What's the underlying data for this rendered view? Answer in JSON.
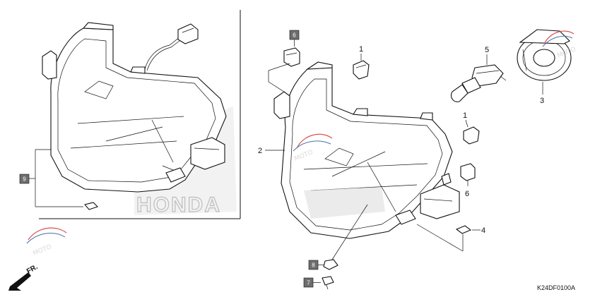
{
  "diagram": {
    "callouts": {
      "c1a": "1",
      "c1b": "1",
      "c2": "2",
      "c3": "3",
      "c4": "4",
      "c5": "5",
      "c6": "6"
    },
    "boxed_callouts": {
      "b6": "6",
      "b7": "7",
      "b8": "8",
      "b9": "9"
    },
    "direction_label": "FR.",
    "brand_watermark": "HONDA",
    "moto_watermark_1": "MOTO",
    "moto_watermark_2": "MOTO",
    "diagram_code": "K24DF0100A"
  },
  "colors": {
    "line": "#111111",
    "box_fill": "#6e6e6e",
    "watermark_red": "#d9534f",
    "watermark_blue": "#4a6fa5",
    "brand_gray": "#bdbdbd"
  }
}
